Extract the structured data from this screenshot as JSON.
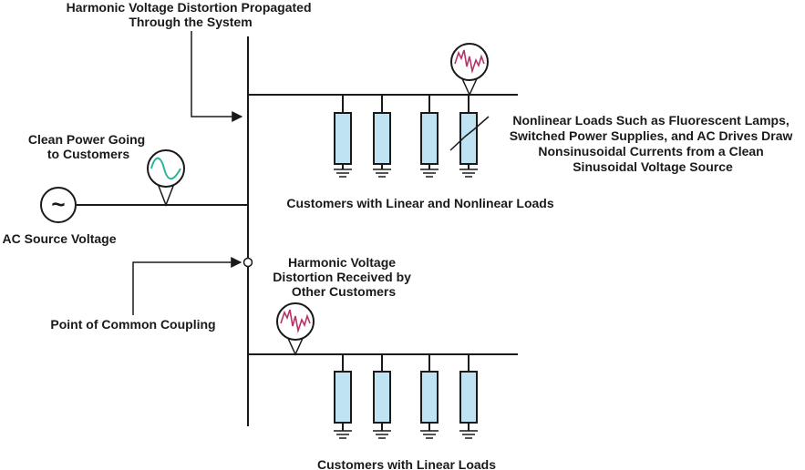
{
  "labels": {
    "harmonic_propagated_line1": "Harmonic Voltage Distortion Propagated",
    "harmonic_propagated_line2": "Through the System",
    "clean_power_line1": "Clean Power Going",
    "clean_power_line2": "to Customers",
    "ac_source": "AC Source Voltage",
    "source_symbol": "~",
    "nonlinear_note_line1": "Nonlinear Loads Such as Fluorescent Lamps,",
    "nonlinear_note_line2": "Switched Power Supplies, and AC Drives Draw",
    "nonlinear_note_line3": "Nonsinusoidal Currents from a Clean",
    "nonlinear_note_line4": "Sinusoidal Voltage Source",
    "customers_mixed": "Customers with Linear and Nonlinear Loads",
    "harmonic_received_line1": "Harmonic Voltage",
    "harmonic_received_line2": "Distortion Received by",
    "harmonic_received_line3": "Other Customers",
    "pcc": "Point of Common Coupling",
    "customers_linear": "Customers with Linear Loads"
  },
  "colors": {
    "line": "#1a1a1a",
    "load_fill": "#bfe3f2",
    "clean_wave": "#2bb59a",
    "distorted_wave": "#b8326a"
  }
}
